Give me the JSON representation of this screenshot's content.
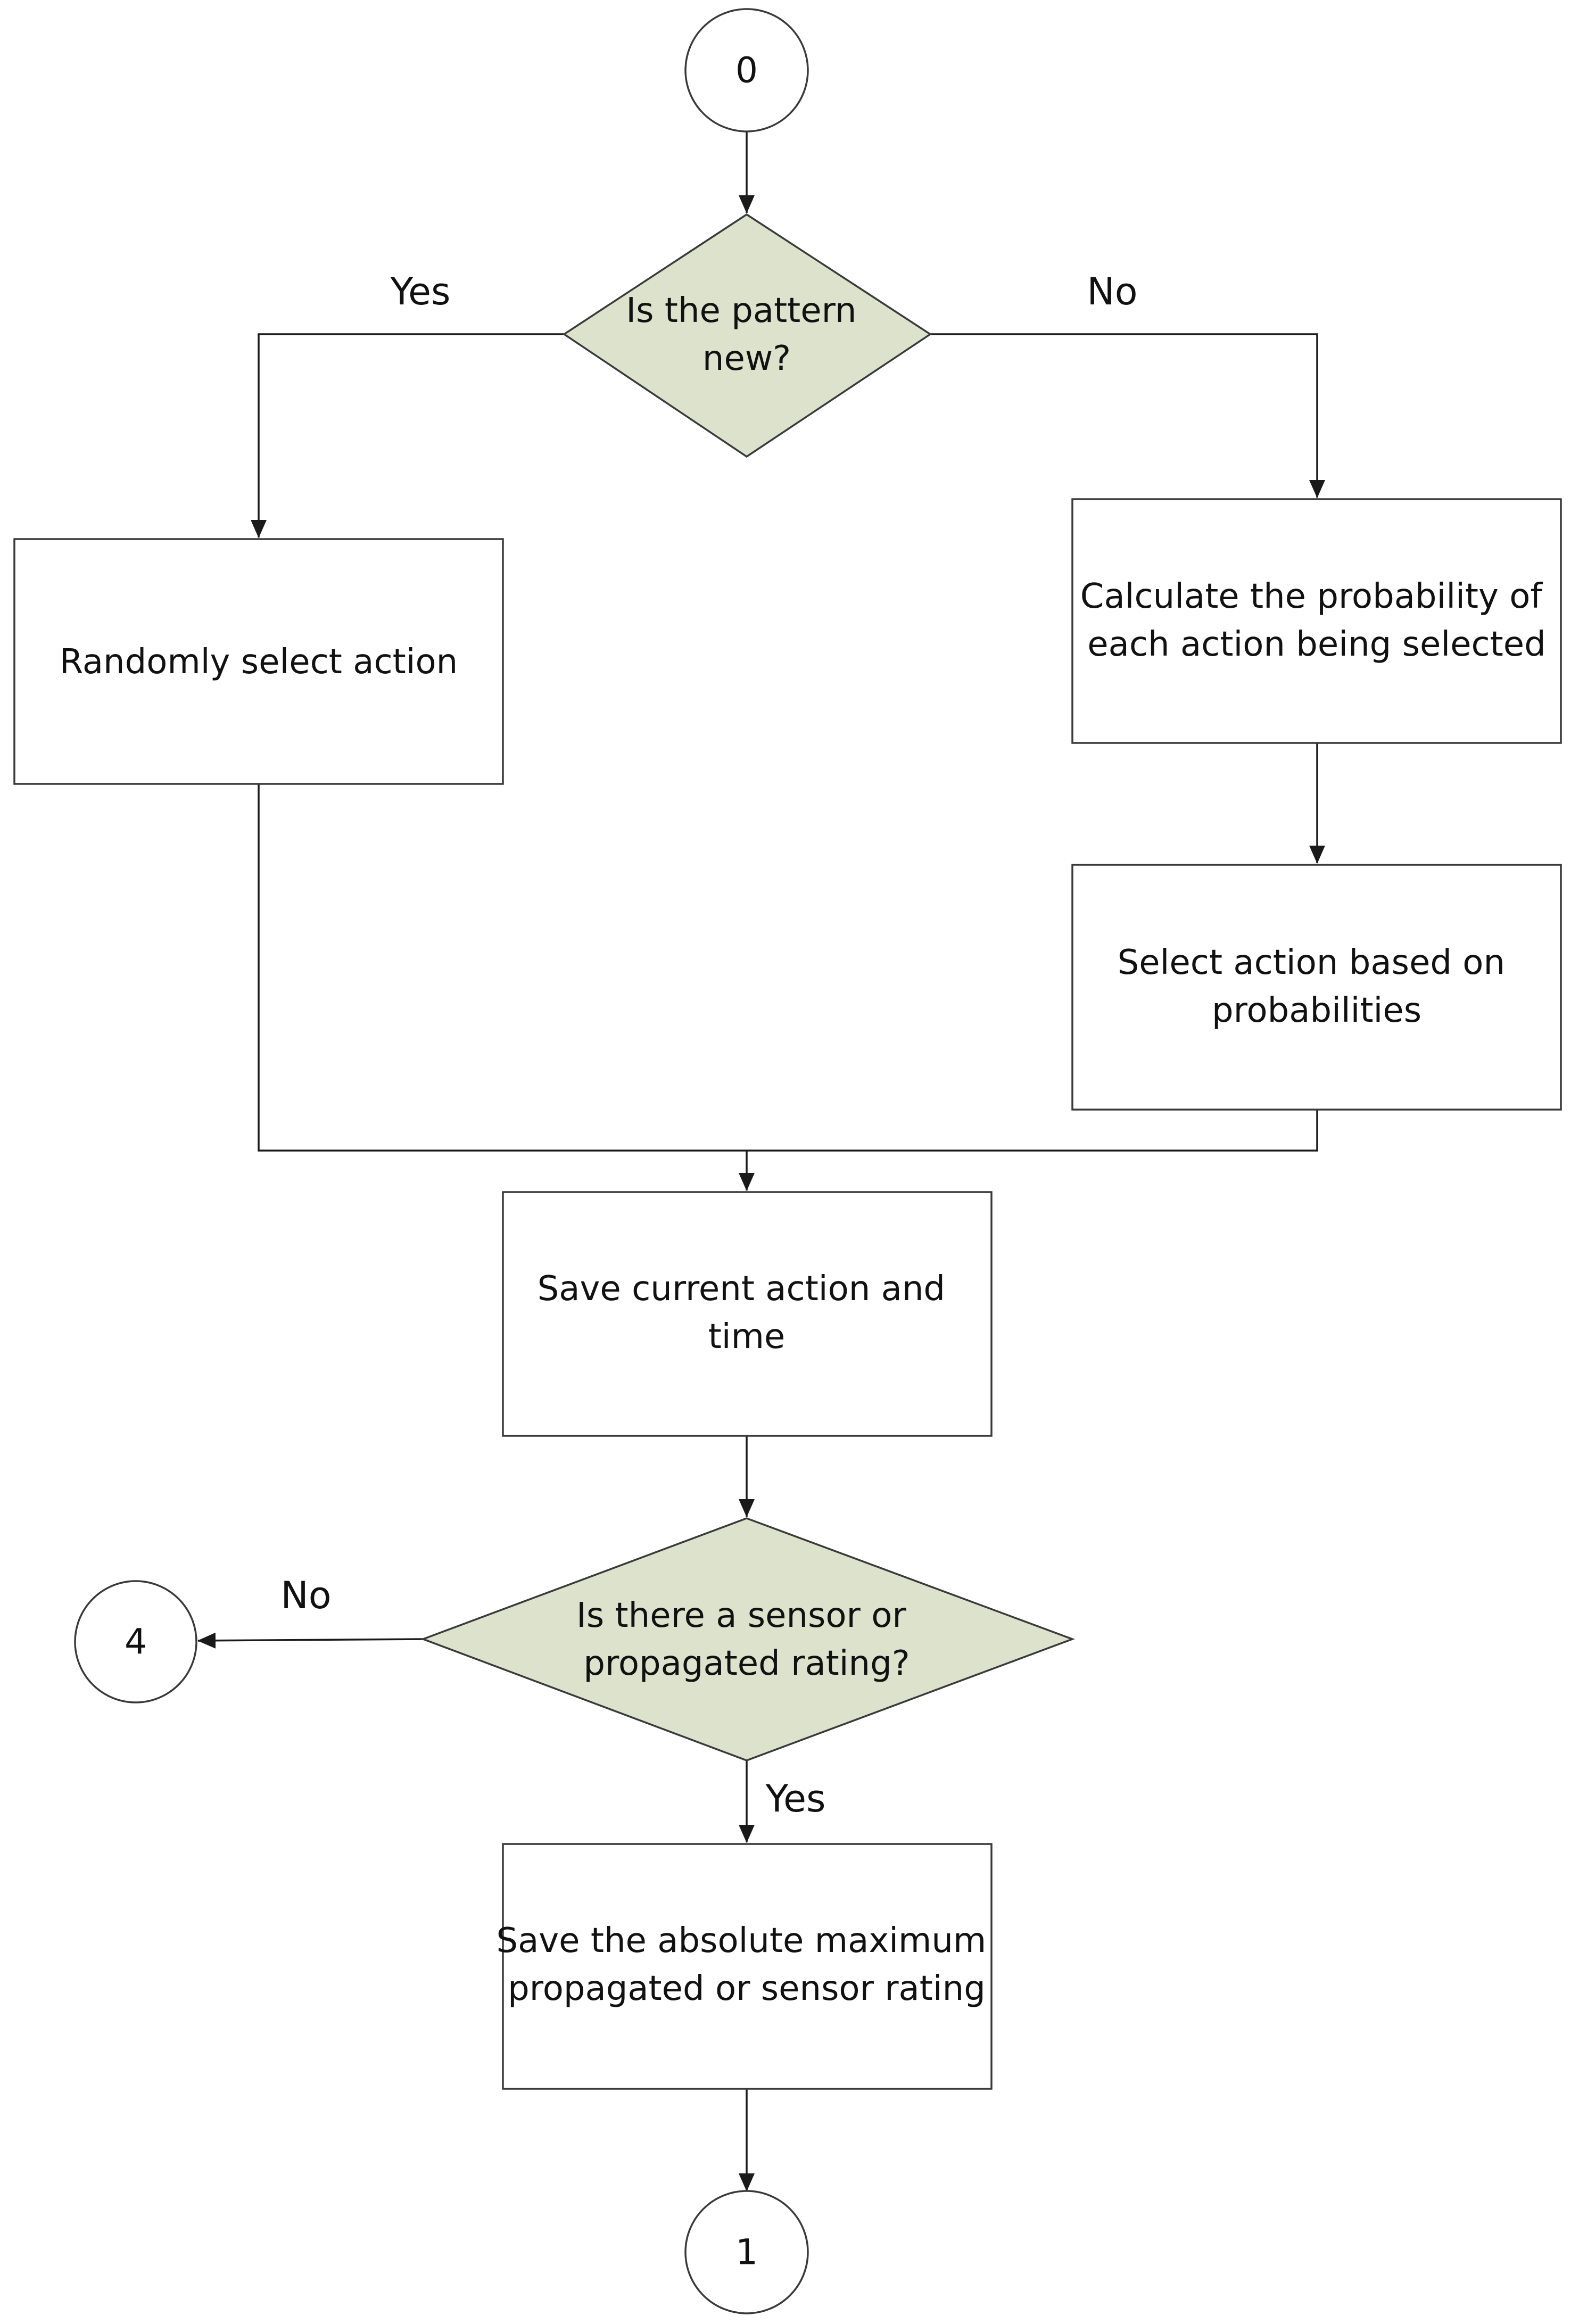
{
  "colors": {
    "decision_fill": "#dde2cc",
    "stroke": "#3a3a3a",
    "text": "#111111"
  },
  "nodes": {
    "start": {
      "label": "0"
    },
    "pattern_decision": {
      "lines": [
        "Is the pattern",
        "new?"
      ]
    },
    "random_select": {
      "lines": [
        "Randomly select action"
      ]
    },
    "calc_probability": {
      "lines": [
        "Calculate the probability of",
        "each action being selected"
      ]
    },
    "select_by_probability": {
      "lines": [
        "Select action based on",
        "probabilities"
      ]
    },
    "save_action": {
      "lines": [
        "Save current action and",
        "time"
      ]
    },
    "rating_decision": {
      "lines": [
        "Is there a sensor or",
        "propagated rating?"
      ]
    },
    "save_rating": {
      "lines": [
        "Save the absolute maximum",
        "propagated or sensor rating"
      ]
    },
    "end": {
      "label": "1"
    },
    "connector_4": {
      "label": "4"
    }
  },
  "edge_labels": {
    "pattern_yes": "Yes",
    "pattern_no": "No",
    "rating_no": "No",
    "rating_yes": "Yes"
  }
}
